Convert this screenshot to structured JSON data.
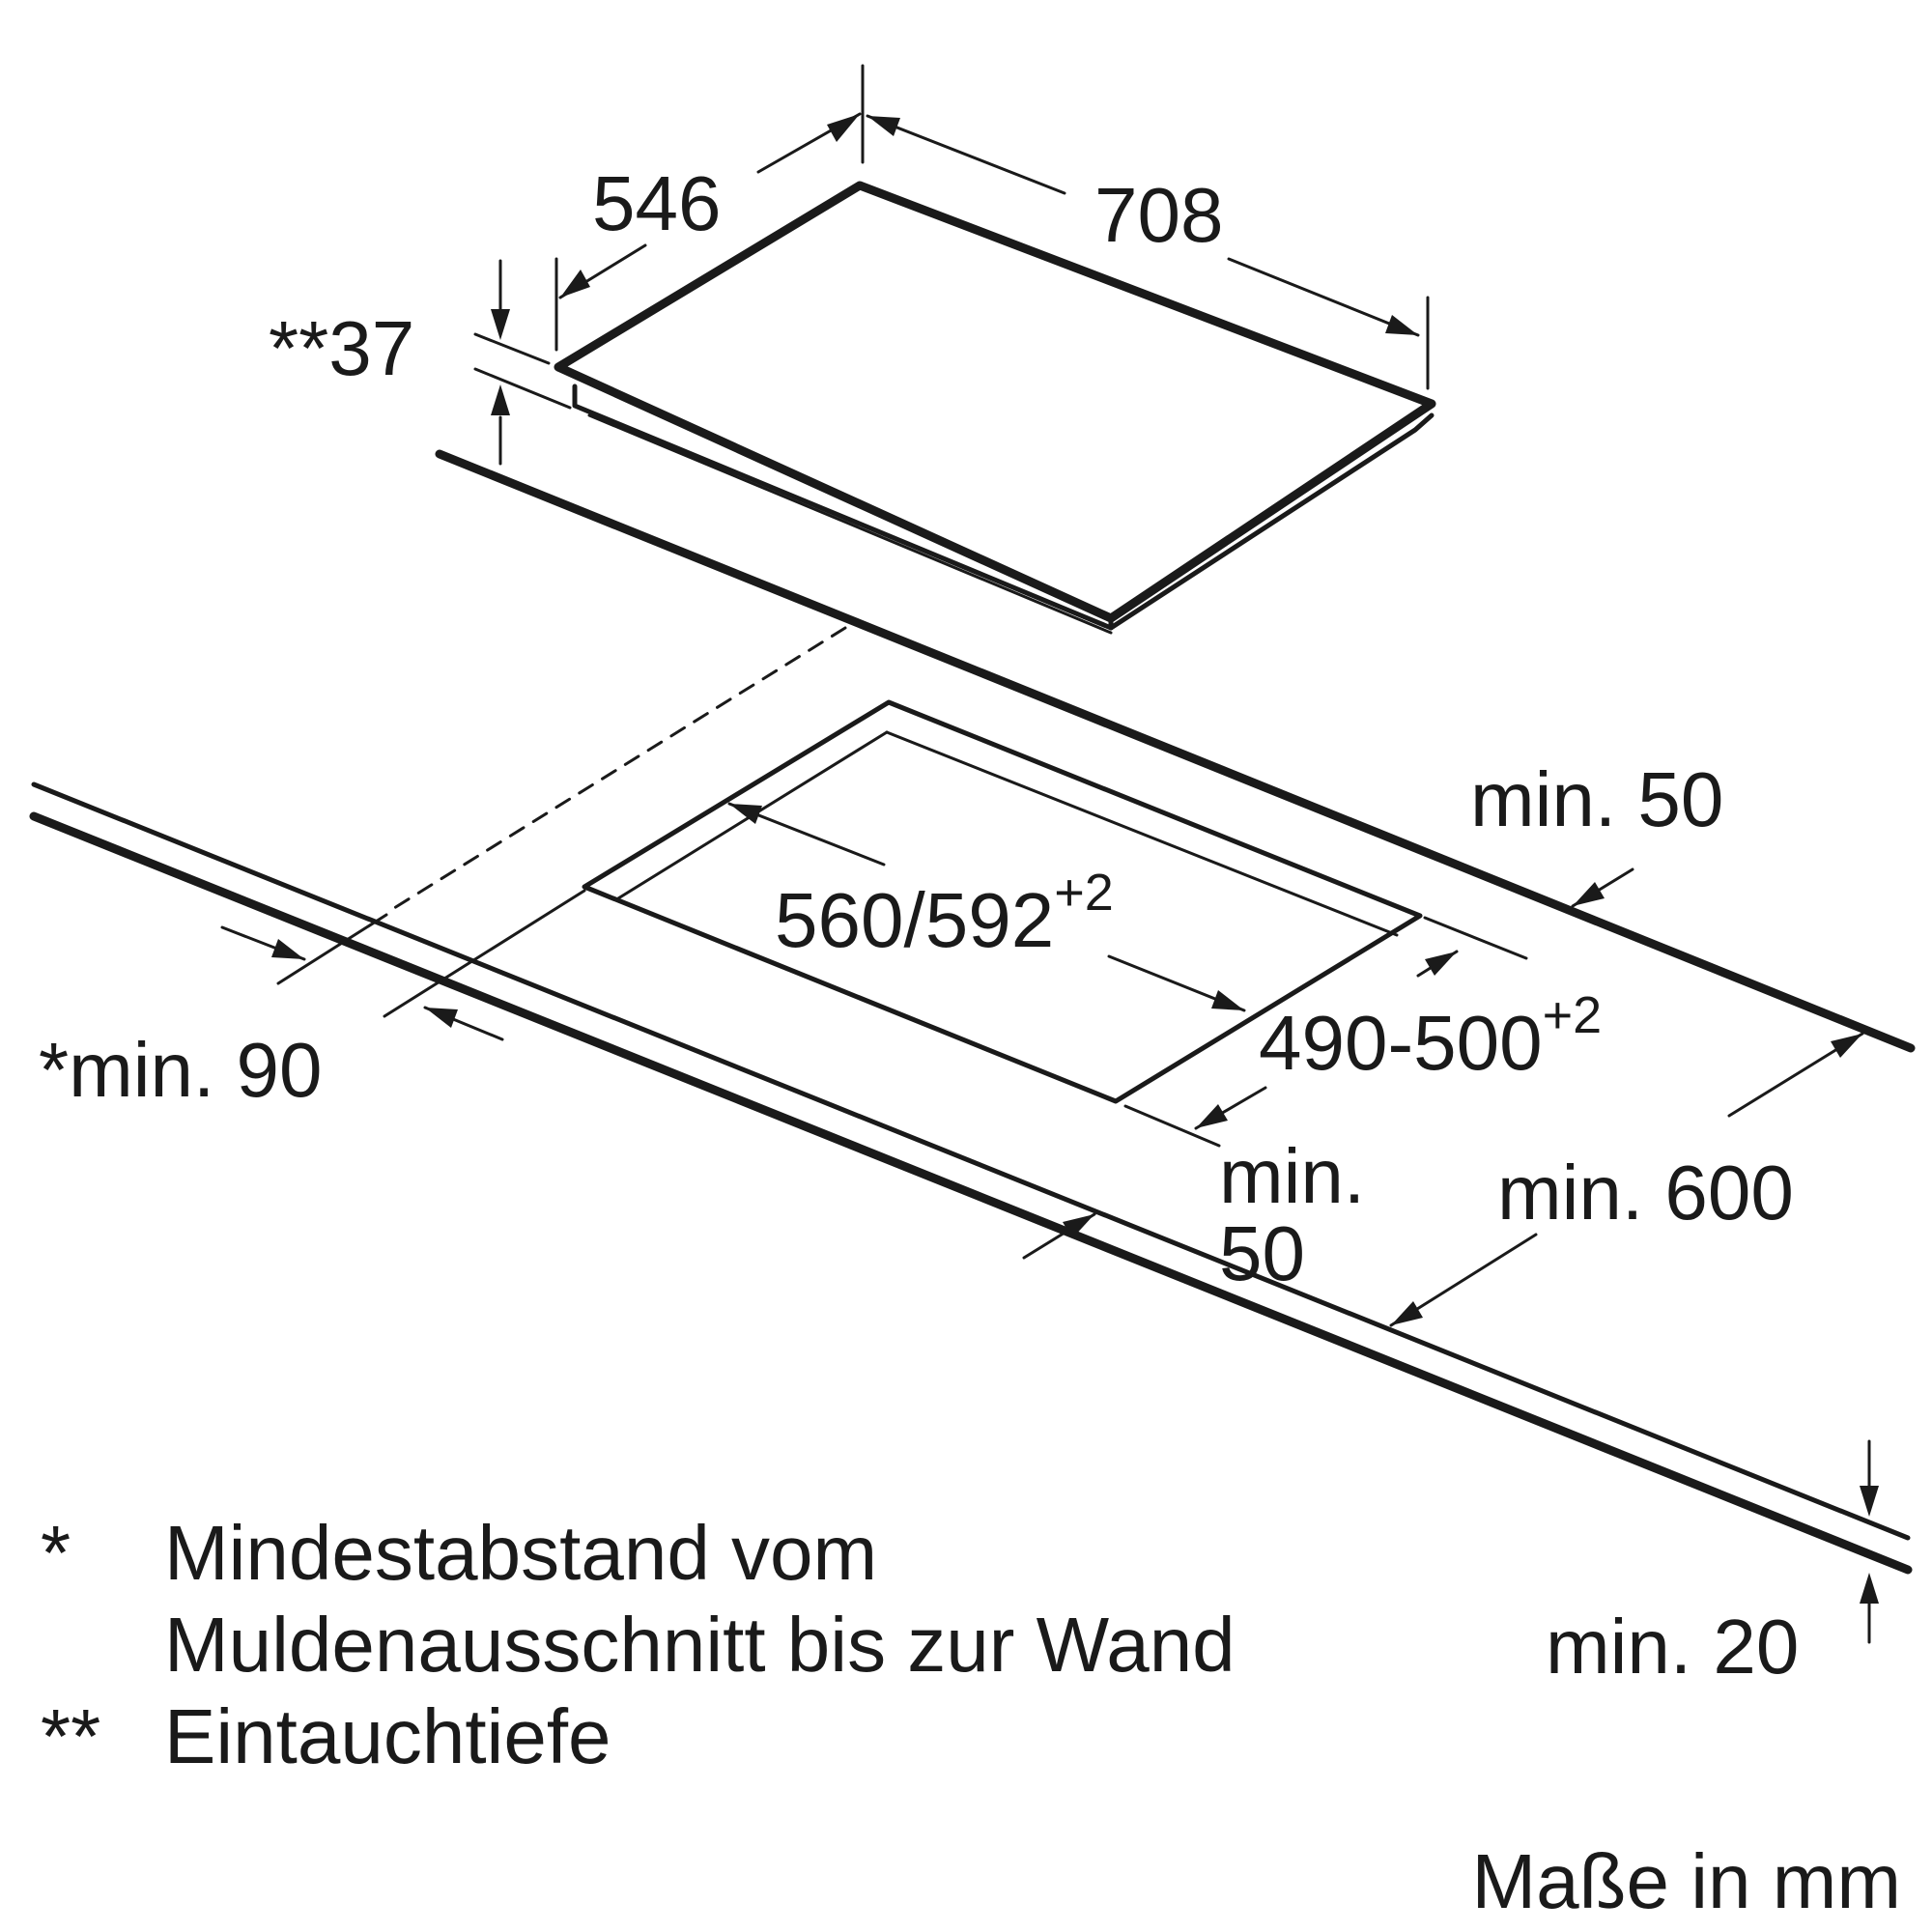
{
  "dimensions": {
    "hob_depth": "546",
    "hob_width": "708",
    "immersion_depth": "**37",
    "cutout_width": "560/592",
    "cutout_width_tolerance": "+2",
    "cutout_depth": "490-500",
    "cutout_depth_tolerance": "+2",
    "back_clearance": "min. 50",
    "side_clearance": "*min. 90",
    "front_clearance_line1": "min.",
    "front_clearance_line2": "50",
    "worktop_depth": "min. 600",
    "worktop_thickness": "min. 20"
  },
  "notes": [
    {
      "marker": "*",
      "lines": [
        "Mindestabstand vom",
        "Muldenausschnitt bis zur Wand"
      ]
    },
    {
      "marker": "**",
      "lines": [
        "Eintauchtiefe"
      ]
    }
  ],
  "units_note": "Maße in mm",
  "colors": {
    "ink": "#1a1a1a",
    "background": "#ffffff"
  }
}
